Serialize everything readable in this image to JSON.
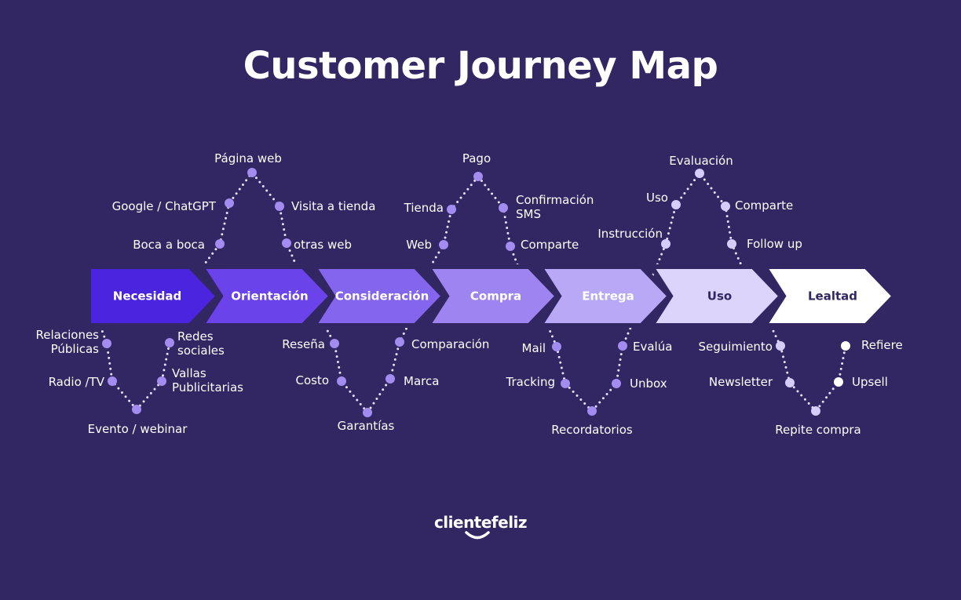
{
  "title": "Customer Journey Map",
  "brand": "clientefeliz",
  "colors": {
    "background": "#322663",
    "text": "#ffffff",
    "dot": "#a28cf0",
    "dotted_line": "#e6e1ff",
    "stage_text_light": "#ffffff",
    "stage_text_dark": "#322663"
  },
  "stages": [
    {
      "label": "Necesidad",
      "color": "#4b24e0"
    },
    {
      "label": "Orientación",
      "color": "#6a43ea"
    },
    {
      "label": "Consideración",
      "color": "#8465ee"
    },
    {
      "label": "Compra",
      "color": "#9d84f1"
    },
    {
      "label": "Entrega",
      "color": "#b9a8f6"
    },
    {
      "label": "Uso",
      "color": "#dcd4fb"
    },
    {
      "label": "Lealtad",
      "color": "#ffffff"
    }
  ],
  "touchpoints": {
    "necesidad": [
      "Relaciones Públicas",
      "Radio /TV",
      "Evento / webinar",
      "Vallas Publicitarias",
      "Redes sociales"
    ],
    "orientacion": [
      "Boca a boca",
      "Google / ChatGPT",
      "Página web",
      "Visita a tienda",
      "otras web"
    ],
    "consideracion": [
      "Reseña",
      "Costo",
      "Garantías",
      "Marca",
      "Comparación"
    ],
    "compra": [
      "Web",
      "Tienda",
      "Pago",
      "Confirmación SMS",
      "Comparte"
    ],
    "entrega": [
      "Mail",
      "Tracking",
      "Recordatorios",
      "Unbox",
      "Evalúa"
    ],
    "uso": [
      "Instrucción",
      "Uso",
      "Evaluación",
      "Comparte",
      "Follow up"
    ],
    "lealtad": [
      "Seguimiento",
      "Newsletter",
      "Repite compra",
      "Upsell",
      "Refiere"
    ]
  }
}
